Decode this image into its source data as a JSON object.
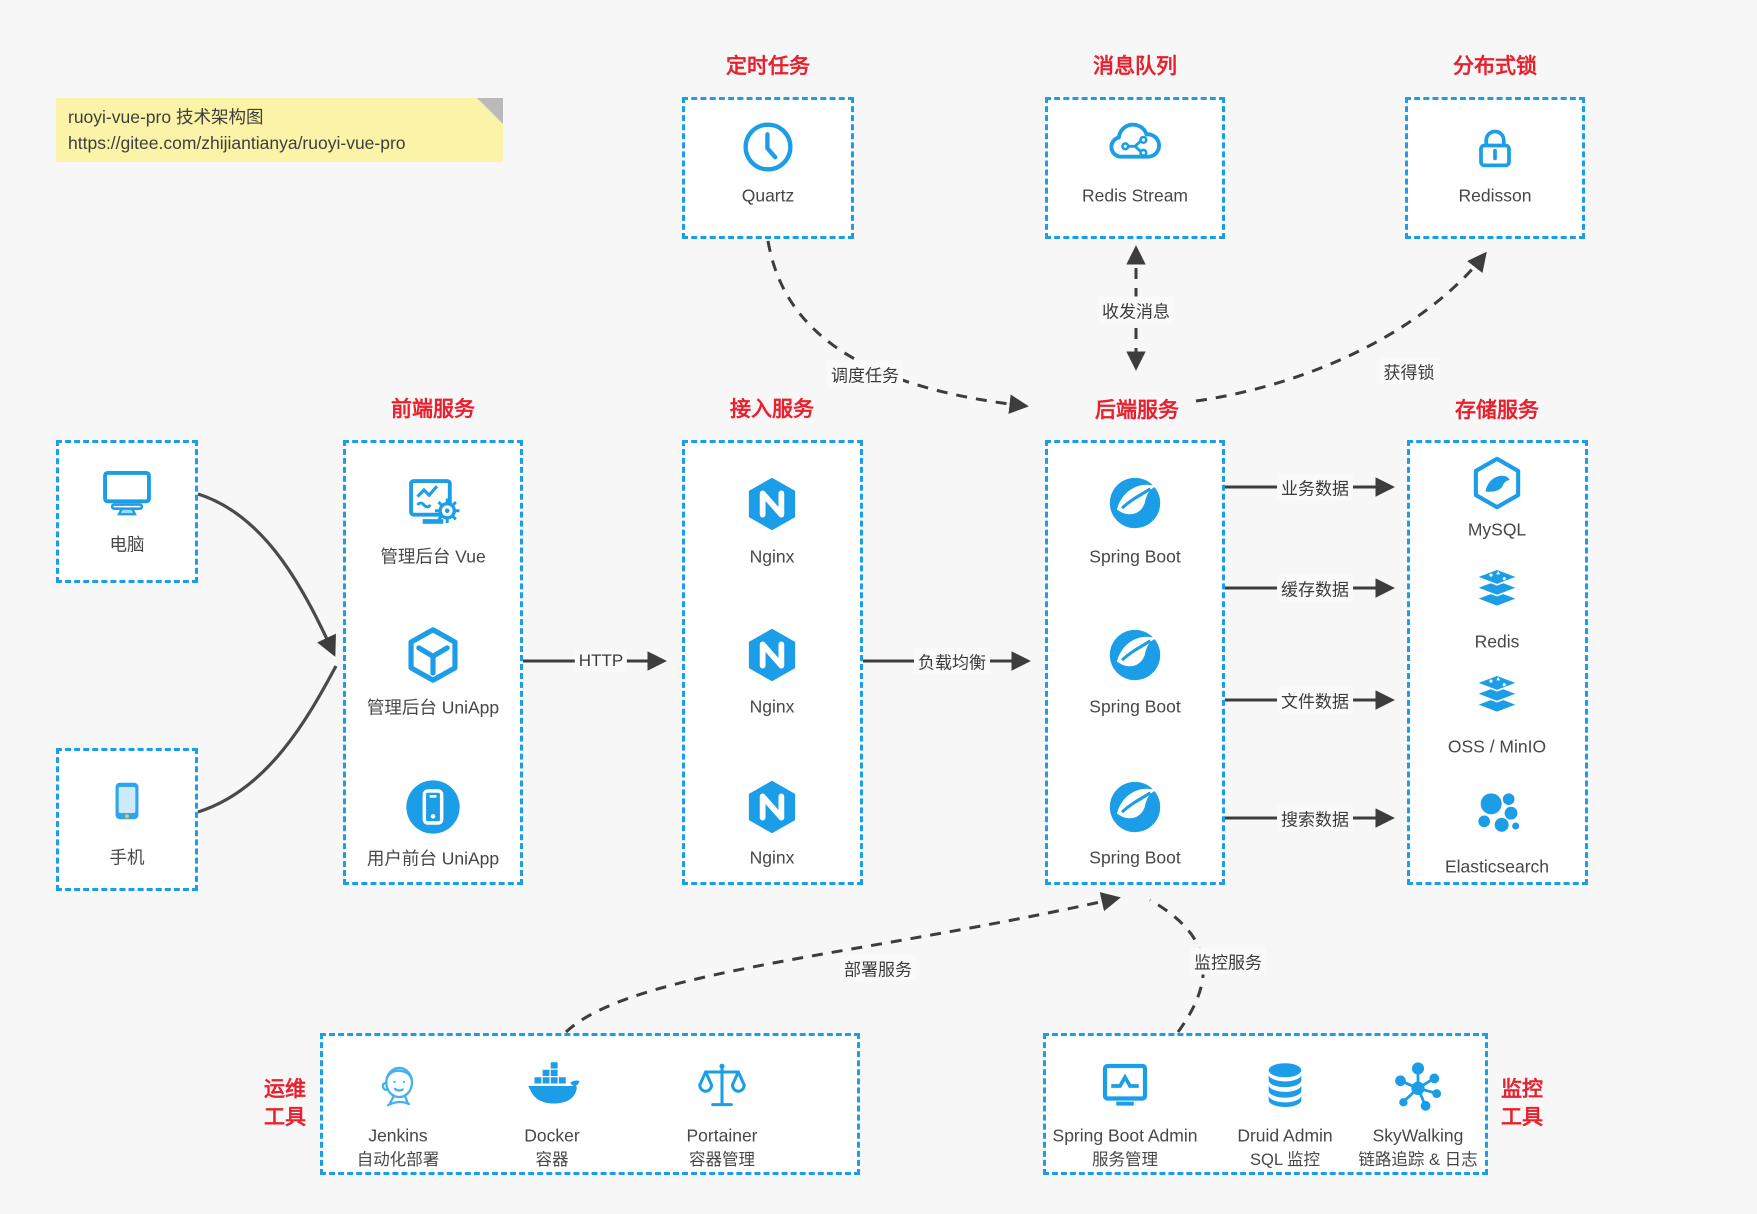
{
  "note": {
    "line1": "ruoyi-vue-pro 技术架构图",
    "line2": "https://gitee.com/zhijiantianya/ruoyi-vue-pro"
  },
  "titles": {
    "scheduled": "定时任务",
    "mq": "消息队列",
    "lock": "分布式锁",
    "frontend": "前端服务",
    "gateway": "接入服务",
    "backend": "后端服务",
    "storage": "存储服务"
  },
  "side_titles": {
    "ops_line1": "运维",
    "ops_line2": "工具",
    "monitor_line1": "监控",
    "monitor_line2": "工具"
  },
  "nodes": {
    "quartz": "Quartz",
    "redis_stream": "Redis Stream",
    "redisson": "Redisson",
    "pc": "电脑",
    "phone": "手机",
    "frontend": [
      "管理后台 Vue",
      "管理后台 UniApp",
      "用户前台 UniApp"
    ],
    "gateway": [
      "Nginx",
      "Nginx",
      "Nginx"
    ],
    "backend": [
      "Spring Boot",
      "Spring Boot",
      "Spring Boot"
    ],
    "storage": [
      "MySQL",
      "Redis",
      "OSS / MinIO",
      "Elasticsearch"
    ],
    "ops": [
      {
        "name": "Jenkins",
        "desc": "自动化部署"
      },
      {
        "name": "Docker",
        "desc": "容器"
      },
      {
        "name": "Portainer",
        "desc": "容器管理"
      }
    ],
    "monitor": [
      {
        "name": "Spring Boot Admin",
        "desc": "服务管理"
      },
      {
        "name": "Druid Admin",
        "desc": "SQL 监控"
      },
      {
        "name": "SkyWalking",
        "desc": "链路追踪 & 日志"
      }
    ]
  },
  "edges": {
    "http": "HTTP",
    "load_balance": "负载均衡",
    "biz_data": "业务数据",
    "cache_data": "缓存数据",
    "file_data": "文件数据",
    "search_data": "搜索数据",
    "schedule_task": "调度任务",
    "send_receive_msg": "收发消息",
    "acquire_lock": "获得锁",
    "deploy_service": "部署服务",
    "monitor_service": "监控服务"
  },
  "colors": {
    "blue": "#1b9de8",
    "red": "#e8212e",
    "text": "#3f3f3f",
    "arrow": "#3d3d3d",
    "background": "#f7f7f8",
    "box_background": "#ffffff",
    "note_background": "#fbf3a7"
  },
  "icons": {
    "quartz": "clock",
    "redis_stream": "cloud-network",
    "redisson": "padlock",
    "pc": "desktop-monitor",
    "phone": "smartphone",
    "vue_admin": "monitor-gear",
    "uniapp_admin": "cube",
    "uniapp_user": "phone-in-circle",
    "nginx": "hexagon-n",
    "spring_boot": "spring-leaf",
    "mysql": "hexagon-dolphin",
    "redis": "stacked-layers",
    "oss_minio": "stacked-layers",
    "elasticsearch": "circle-cluster",
    "jenkins": "butler-face",
    "docker": "whale-containers",
    "portainer": "balance-scale",
    "spring_boot_admin": "monitor-chart",
    "druid": "database-cylinder",
    "skywalking": "node-network"
  }
}
